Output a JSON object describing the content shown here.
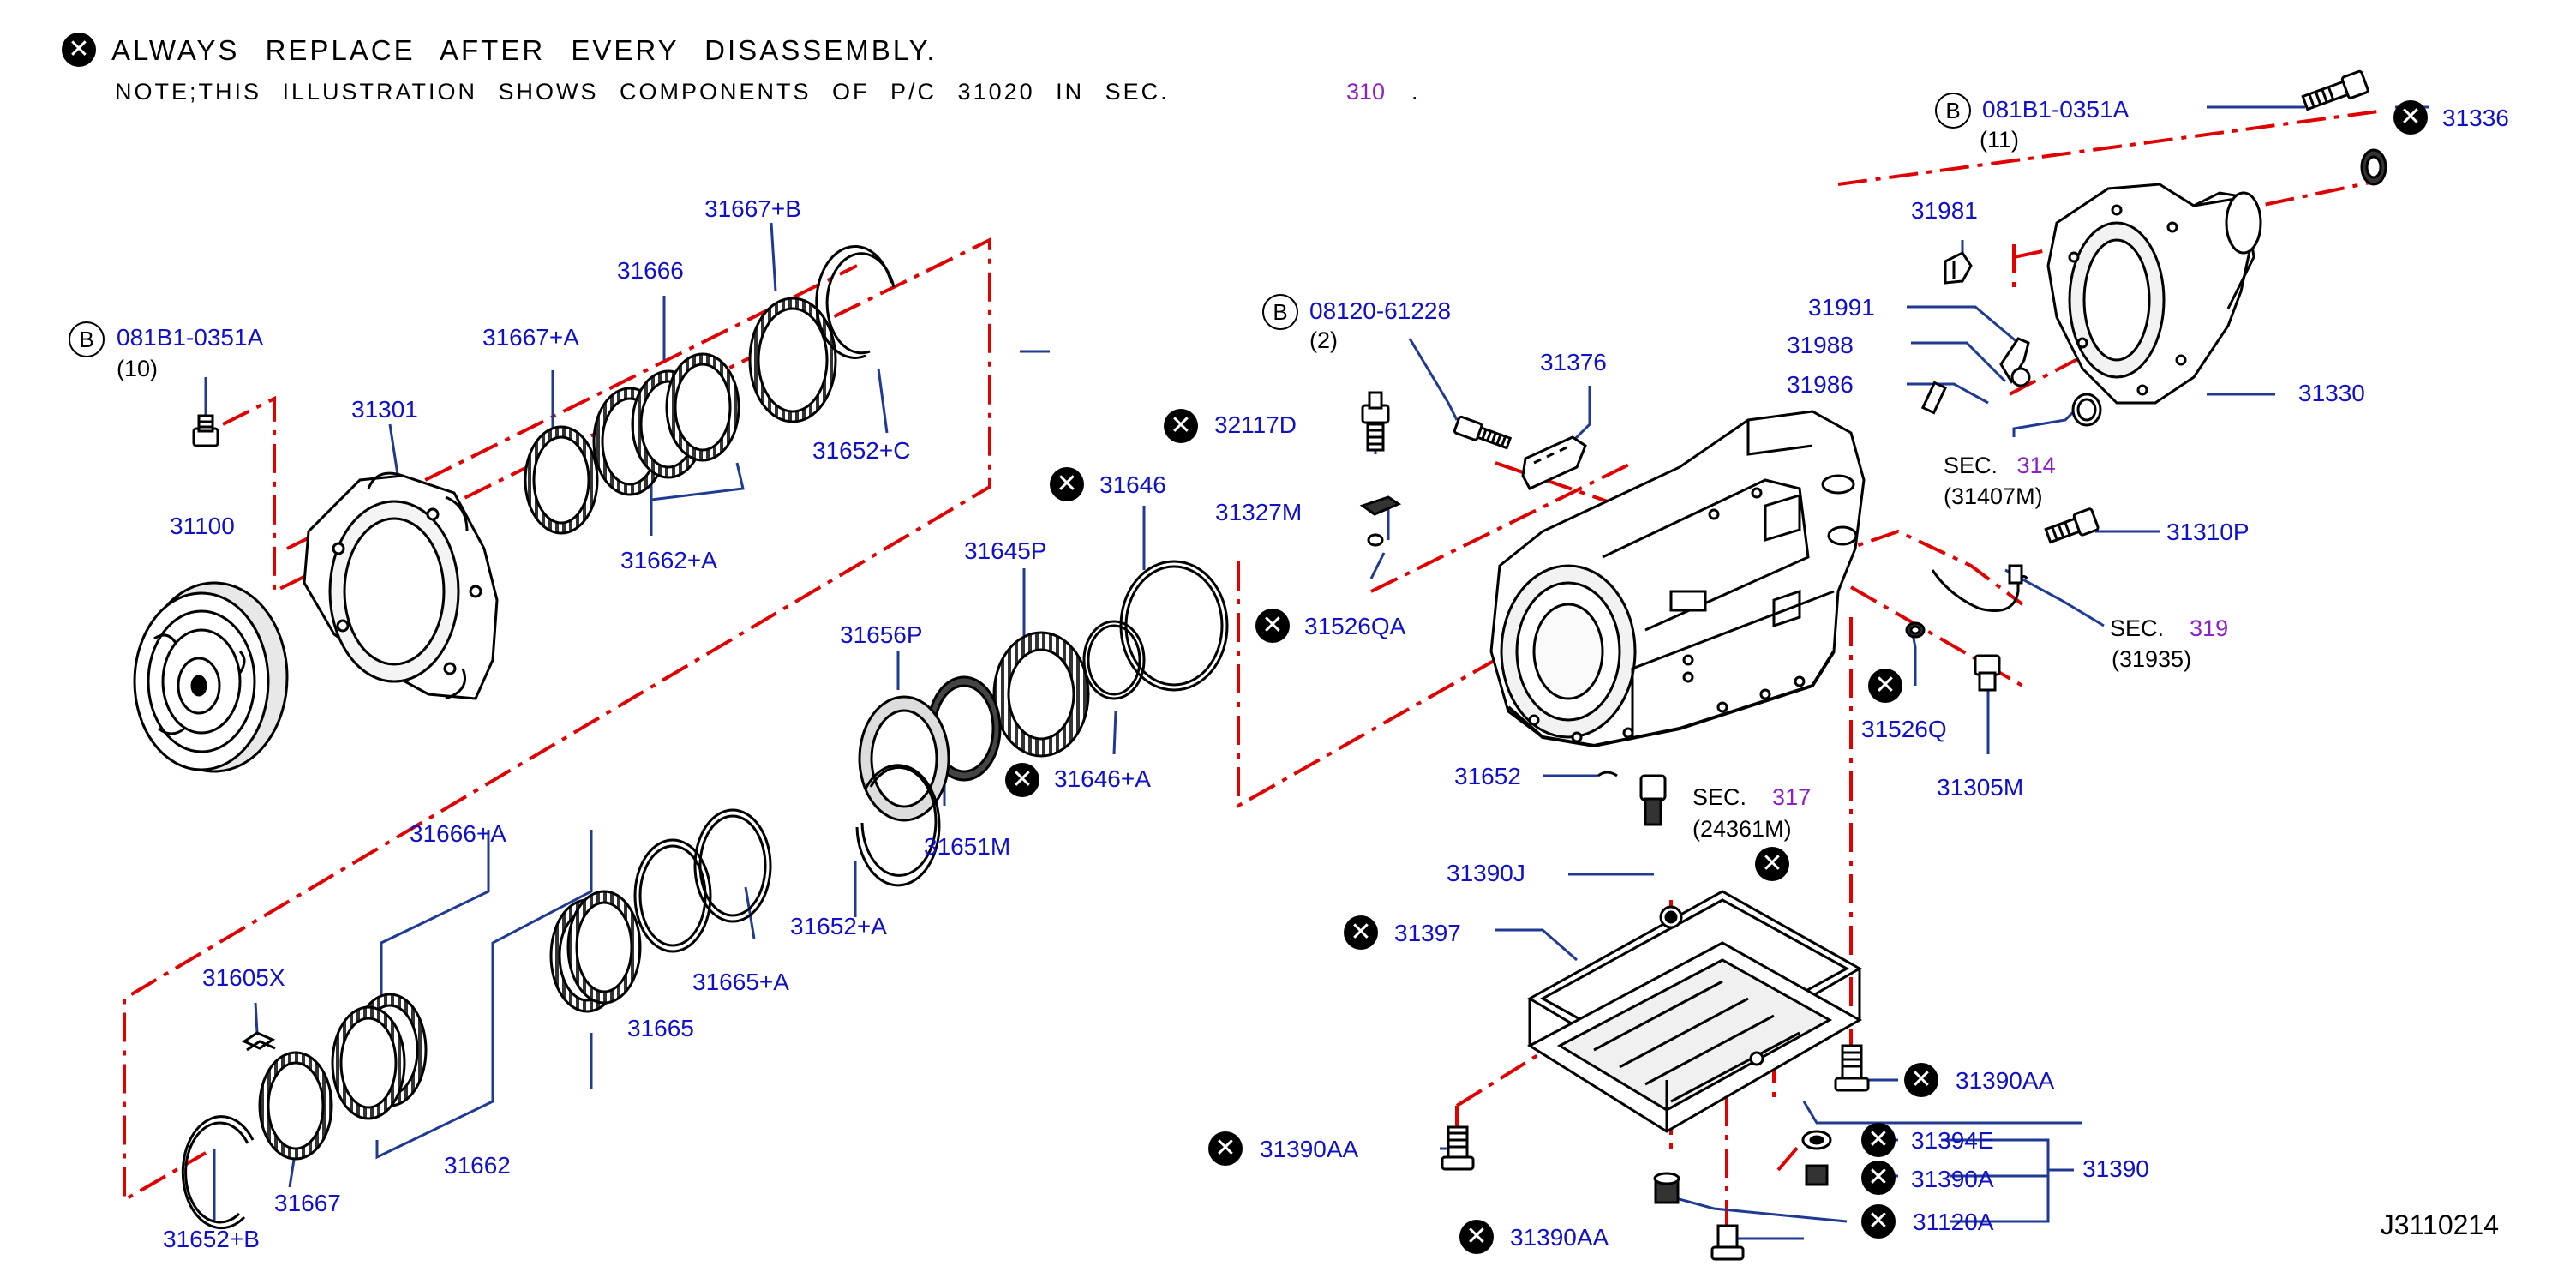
{
  "header": {
    "warning_symbol": "x-circle-icon",
    "warning_text": "ALWAYS REPLACE AFTER EVERY DISASSEMBLY.",
    "note_text": "NOTE;THIS ILLUSTRATION SHOWS COMPONENTS OF P/C 31020 IN SEC.",
    "note_section": "310",
    "note_period": "."
  },
  "diagram_code": "J3110214",
  "colors": {
    "label": "#1010c8",
    "section_ref": "#8b1fc9",
    "leader": "#1f3a93",
    "centerline": "#e00000",
    "part": "#000000"
  },
  "parts": {
    "p31100": "31100",
    "p31301": "31301",
    "b_left": "B",
    "bolt_left": "081B1-0351A",
    "bolt_left_qty": "(10)",
    "p31667B": "31667+B",
    "p31666": "31666",
    "p31667A": "31667+A",
    "p31652C": "31652+C",
    "p31662A": "31662+A",
    "p31646": "31646",
    "p31645P": "31645P",
    "p31656P": "31656P",
    "p31646A": "31646+A",
    "p31651M": "31651M",
    "p31652A": "31652+A",
    "p31665A": "31665+A",
    "p31665": "31665",
    "p31666A": "31666+A",
    "p31605X": "31605X",
    "p31662": "31662",
    "p31667": "31667",
    "p31652B": "31652+B",
    "b_mid": "B",
    "bolt_mid": "08120-61228",
    "bolt_mid_qty": "(2)",
    "p32117D": "32117D",
    "p31376": "31376",
    "p31327M": "31327M",
    "p31526QA": "31526QA",
    "p31652": "31652",
    "sec317_label": "SEC.",
    "sec317_num": "317",
    "sec317_ref": "(24361M)",
    "p31390J": "31390J",
    "p31397": "31397",
    "p31390AA_1": "31390AA",
    "p31390AA_2": "31390AA",
    "p31390AA_3": "31390AA",
    "p31394E": "31394E",
    "p31390A": "31390A",
    "p31120A": "31120A",
    "p31390": "31390",
    "b_top": "B",
    "bolt_top": "081B1-0351A",
    "bolt_top_qty": "(11)",
    "p31336": "31336",
    "p31981": "31981",
    "p31991": "31991",
    "p31988": "31988",
    "p31986": "31986",
    "p31330": "31330",
    "sec314_label": "SEC.",
    "sec314_num": "314",
    "sec314_ref": "(31407M)",
    "p31310P": "31310P",
    "sec319_label": "SEC.",
    "sec319_num": "319",
    "sec319_ref": "(31935)",
    "p31526Q": "31526Q",
    "p31305M": "31305M"
  }
}
